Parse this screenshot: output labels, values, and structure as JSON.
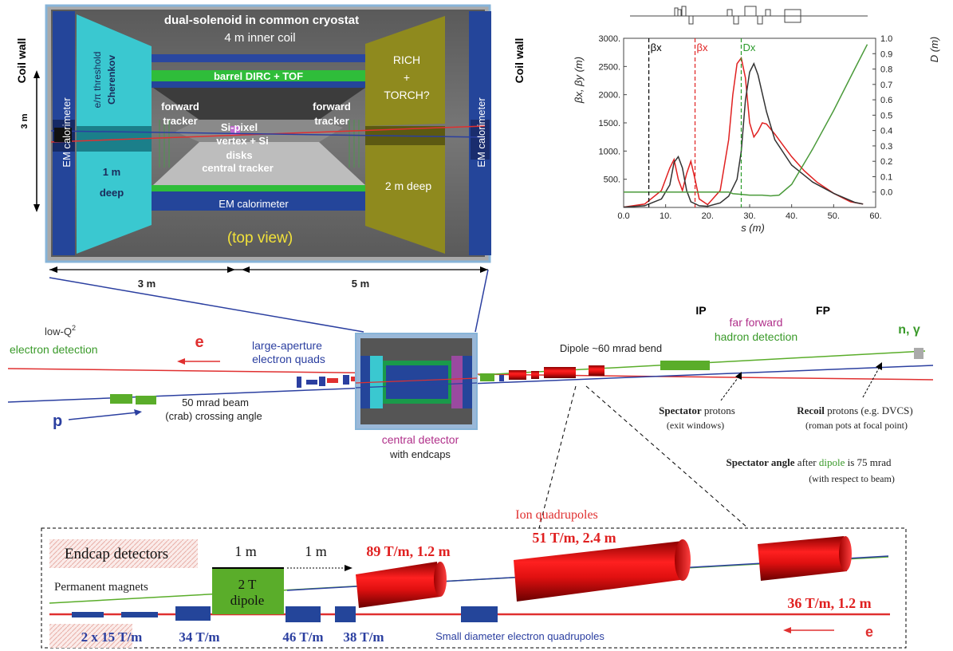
{
  "detector": {
    "title1": "dual-solenoid in common cryostat",
    "title2": "4 m inner coil",
    "coil_wall": "Coil wall",
    "em_cal": "EM calorimeter",
    "cherenkov1": "e/π threshold",
    "cherenkov2": "Cherenkov",
    "deep1a": "1 m",
    "deep1b": "deep",
    "barrel": "barrel DIRC + TOF",
    "fwd_tracker1a": "forward",
    "fwd_tracker1b": "tracker",
    "fwd_tracker2a": "forward",
    "fwd_tracker2b": "tracker",
    "sipixel": "Si-pixel",
    "vertex": "vertex + Si",
    "disks": "disks",
    "central_tracker": "central tracker",
    "em_cal_bottom": "EM calorimeter",
    "rich1": "RICH",
    "rich2": "+",
    "rich3": "TORCH?",
    "deep2": "2 m deep",
    "top_view": "(top view)",
    "height": "3 m",
    "dim_left": "3 m",
    "dim_right": "5 m"
  },
  "layout": {
    "lowq1": "low-Q",
    "lowq_sup": "2",
    "lowq2": "electron detection",
    "e": "e",
    "p": "p",
    "quads1": "large-aperture",
    "quads2": "electron quads",
    "crossing1": "50 mrad beam",
    "crossing2": "(crab) crossing angle",
    "central1": "central detector",
    "central2": "with endcaps",
    "ip": "IP",
    "fp": "FP",
    "dipole": "Dipole ~60 mrad bend",
    "far1": "far forward",
    "far2": "hadron detection",
    "ngamma": "n, γ",
    "spectator_b": "Spectator",
    "spectator_r": " protons",
    "spectator2": "(exit windows)",
    "recoil_b": "Recoil",
    "recoil_r": " protons (e.g. DVCS)",
    "recoil2": "(roman pots at focal point)",
    "angle_b1": "Spectator angle",
    "angle_r1": " after ",
    "angle_g": "dipole",
    "angle_r2": " is 75 mrad",
    "angle2": "(with respect to beam)"
  },
  "zoom": {
    "ion_quads": "Ion quadrupoles",
    "endcap": "Endcap detectors",
    "perm": "Permanent magnets",
    "one_m_a": "1 m",
    "one_m_b": "1 m",
    "dipole1": "2 T",
    "dipole2": "dipole",
    "q1": "89 T/m, 1.2 m",
    "q2": "51 T/m, 2.4 m",
    "q3": "36 T/m, 1.2 m",
    "em1": "2 x 15 T/m",
    "em2": "34 T/m",
    "em3": "46 T/m",
    "em4": "38 T/m",
    "small": "Small diameter electron quadrupoles",
    "e": "e"
  },
  "colors": {
    "electron_beam": "#e03030",
    "proton_beam": "#2b3fa0",
    "green": "#5aad2a",
    "ion_magnet": "#cc1111",
    "em_cal": "#24459a",
    "cherenkov": "#38c7cf",
    "rich": "#8f8a1e"
  },
  "chart_data": {
    "type": "line",
    "xlabel": "s (m)",
    "ylabel_left": "βx, βy (m)",
    "ylabel_right": "D (m)",
    "xlim": [
      0,
      60
    ],
    "ylim_left": [
      0,
      3000
    ],
    "ylim_right": [
      -0.1,
      1.0
    ],
    "x_ticks": [
      "0.0",
      "10.",
      "20.",
      "30.",
      "40.",
      "50.",
      "60."
    ],
    "y_ticks_left": [
      "500.",
      "1000.",
      "1500.",
      "2000.",
      "2500.",
      "3000."
    ],
    "y_ticks_right": [
      "0.0",
      "0.1",
      "0.2",
      "0.3",
      "0.4",
      "0.5",
      "0.6",
      "0.7",
      "0.8",
      "0.9",
      "1.0"
    ],
    "markers": [
      {
        "label": "βx",
        "x": 6,
        "color": "#000000"
      },
      {
        "label": "βx",
        "x": 17,
        "color": "#e02020"
      },
      {
        "label": "Dx",
        "x": 28,
        "color": "#2a9a2a"
      }
    ],
    "series": [
      {
        "name": "βx",
        "axis": "left",
        "color": "#e02020",
        "x": [
          0,
          5,
          9,
          11,
          12,
          13,
          14,
          15,
          16,
          17,
          18,
          20,
          23,
          25,
          26,
          27,
          28,
          29,
          30,
          31,
          32,
          33,
          34,
          36,
          38,
          40,
          43,
          46,
          50,
          54,
          57
        ],
        "y": [
          5,
          60,
          300,
          700,
          850,
          500,
          300,
          600,
          820,
          500,
          150,
          50,
          300,
          1200,
          2000,
          2550,
          2650,
          2300,
          1500,
          1250,
          1350,
          1500,
          1480,
          1300,
          1100,
          900,
          650,
          450,
          250,
          100,
          60
        ]
      },
      {
        "name": "βy",
        "axis": "left",
        "color": "#333333",
        "x": [
          0,
          5,
          9,
          11,
          12,
          13,
          14,
          15,
          16,
          18,
          20,
          23,
          25,
          27,
          28,
          29,
          30,
          31,
          32,
          34,
          36,
          40,
          45,
          50,
          55,
          57
        ],
        "y": [
          5,
          30,
          150,
          400,
          800,
          900,
          700,
          300,
          100,
          30,
          20,
          80,
          200,
          500,
          1000,
          1900,
          2400,
          2550,
          2350,
          1700,
          1200,
          750,
          450,
          250,
          90,
          60
        ]
      },
      {
        "name": "Dx",
        "axis": "right",
        "color": "#4a9a3a",
        "x": [
          0,
          10,
          25,
          26,
          28,
          30,
          33,
          35,
          37,
          40,
          45,
          50,
          55,
          58
        ],
        "y": [
          0.0,
          0.0,
          0.0,
          -0.01,
          -0.015,
          -0.02,
          -0.02,
          -0.025,
          -0.02,
          0.05,
          0.28,
          0.53,
          0.8,
          0.96
        ]
      }
    ]
  }
}
